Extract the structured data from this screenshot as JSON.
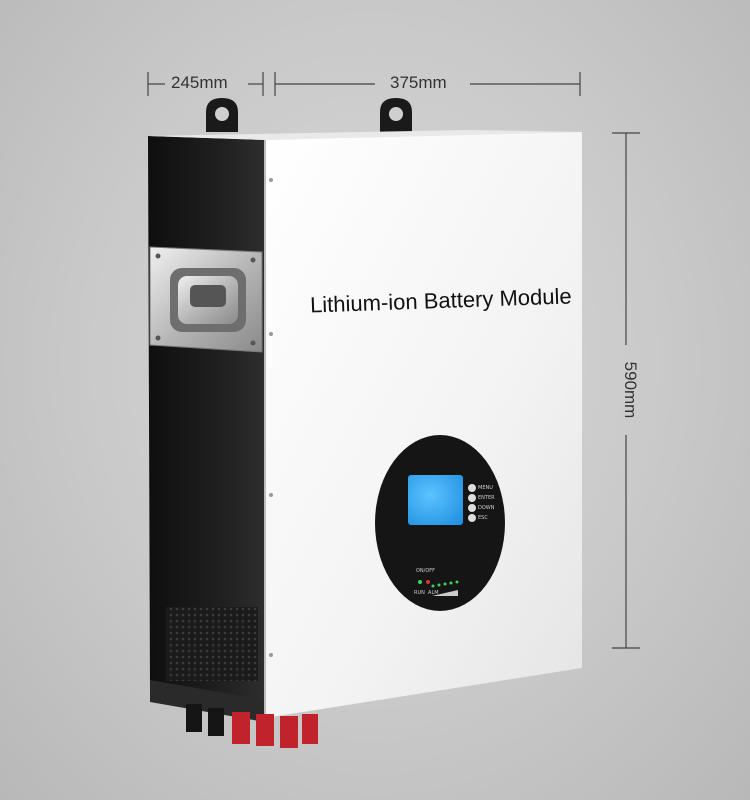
{
  "product": {
    "label": "Lithium-ion Battery Module"
  },
  "dimensions": {
    "depth": "245mm",
    "width": "375mm",
    "height": "590mm"
  },
  "panel": {
    "buttons": [
      "MENU",
      "ENTER",
      "DOWN",
      "ESC"
    ],
    "indicator_top": "ON/OFF",
    "indicator_bottom": "RUN  ALM"
  },
  "colors": {
    "background": "#cfcfcf",
    "front_face": "#f7f7f7",
    "side_body": "#1b1b1b",
    "lcd_screen": "#2aa8f0",
    "terminal_red": "#c0242a",
    "terminal_black": "#151515",
    "indicator_green": "#3cd35a"
  }
}
